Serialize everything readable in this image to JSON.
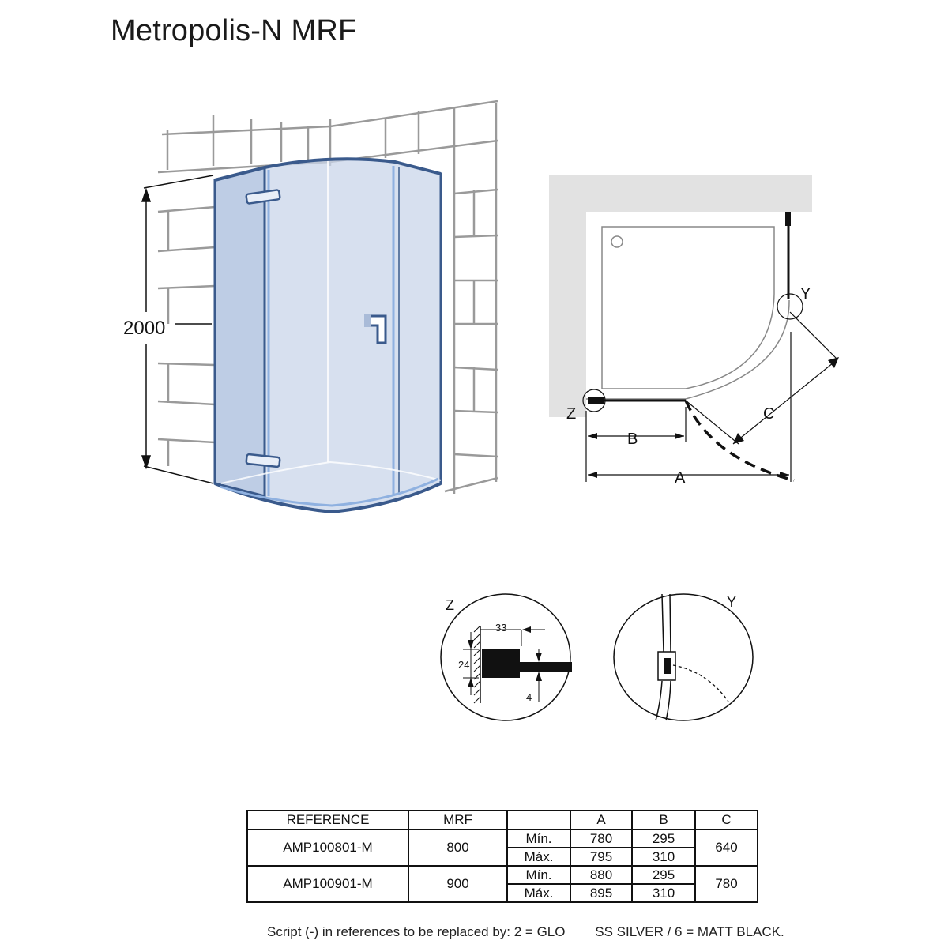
{
  "title": "Metropolis-N MRF",
  "perspective": {
    "height_label": "2000",
    "colors": {
      "glass": "#c9d6ea",
      "frame": "#3a5a8c",
      "accent": "#8fb1e0",
      "tile": "#9a9a9a"
    }
  },
  "plan_view": {
    "labels": {
      "z": "Z",
      "y": "Y",
      "a": "A",
      "b": "B",
      "c": "C"
    },
    "colors": {
      "wall": "#e2e2e2",
      "line": "#111111"
    }
  },
  "details": {
    "z": {
      "label": "Z",
      "dim_width": "33",
      "dim_height": "24",
      "dim_thickness": "4"
    },
    "y": {
      "label": "Y"
    }
  },
  "table": {
    "headers": [
      "REFERENCE",
      "MRF",
      "",
      "A",
      "B",
      "C"
    ],
    "rows": [
      {
        "reference": "AMP100801-M",
        "mrf": "800",
        "min": {
          "label": "Mín.",
          "a": "780",
          "b": "295"
        },
        "max": {
          "label": "Máx.",
          "a": "795",
          "b": "310"
        },
        "c": "640"
      },
      {
        "reference": "AMP100901-M",
        "mrf": "900",
        "min": {
          "label": "Mín.",
          "a": "880",
          "b": "295"
        },
        "max": {
          "label": "Máx.",
          "a": "895",
          "b": "310"
        },
        "c": "780"
      }
    ]
  },
  "footnote": "Script (-) in references to be replaced by: 2 = GLO        SS SILVER / 6 = MATT BLACK."
}
